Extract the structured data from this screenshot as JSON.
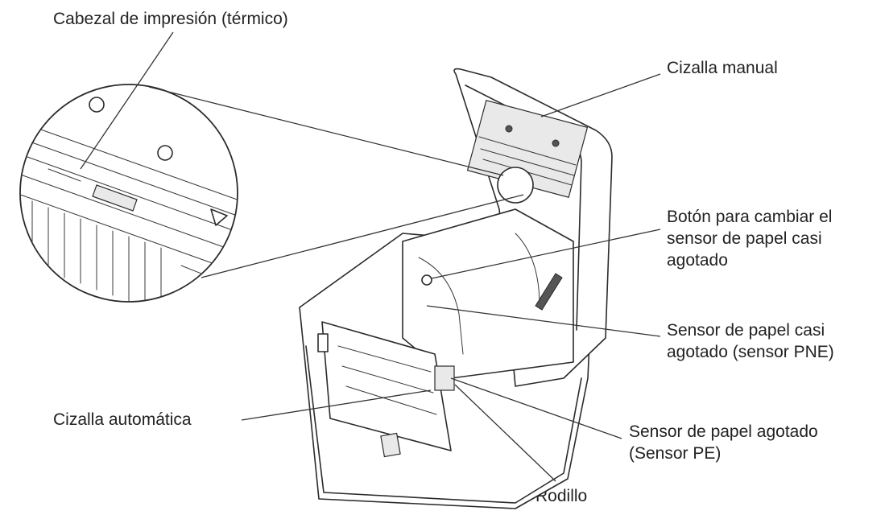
{
  "labels": {
    "print_head": "Cabezal de impresión (térmico)",
    "manual_cutter": "Cizalla manual",
    "near_end_button": "Botón para cambiar el\nsensor de papel casi\nagotado",
    "pne_sensor": "Sensor de papel casi\nagotado (sensor PNE)",
    "auto_cutter": "Cizalla automática",
    "pe_sensor": "Sensor de papel agotado\n(Sensor PE)",
    "roller": "Rodillo"
  },
  "colors": {
    "line": "#333333",
    "text": "#222222",
    "background": "#ffffff"
  }
}
